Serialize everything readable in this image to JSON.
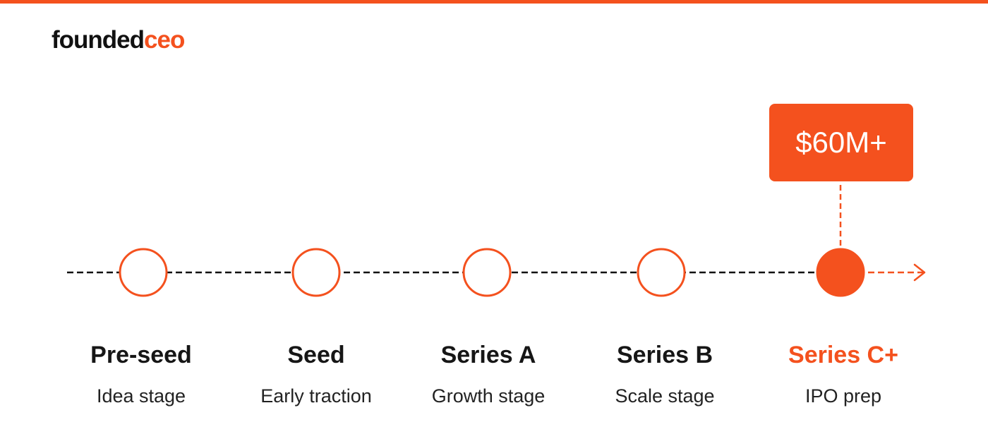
{
  "brand": {
    "logo_part1": "founded",
    "logo_part2": "ceo",
    "accent_color": "#f4511e",
    "text_color": "#161616"
  },
  "highlight": {
    "value": "$60M+",
    "stage_index": 4
  },
  "stages": [
    {
      "title": "Pre-seed",
      "subtitle": "Idea stage",
      "active": false
    },
    {
      "title": "Seed",
      "subtitle": "Early traction",
      "active": false
    },
    {
      "title": "Series A",
      "subtitle": "Growth stage",
      "active": false
    },
    {
      "title": "Series B",
      "subtitle": "Scale stage",
      "active": false
    },
    {
      "title": "Series C+",
      "subtitle": "IPO prep",
      "active": true
    }
  ]
}
